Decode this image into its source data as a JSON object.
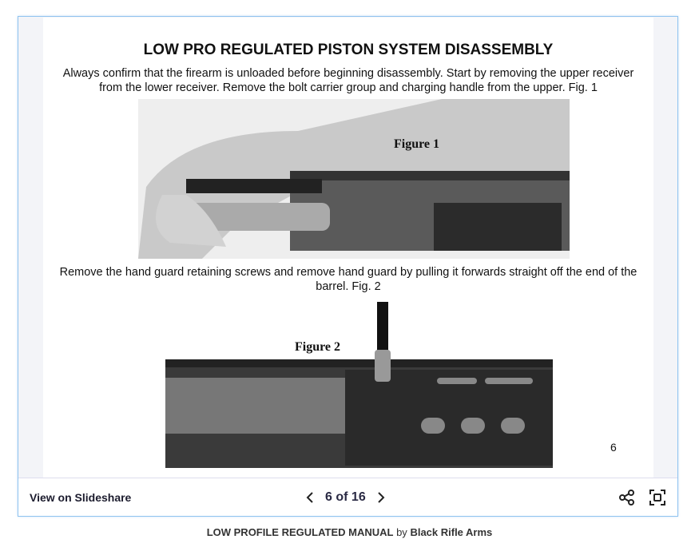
{
  "slide": {
    "title": "LOW PRO REGULATED PISTON SYSTEM DISASSEMBLY",
    "para1": "Always confirm that the firearm is unloaded before beginning disassembly. Start by removing the upper receiver from the lower receiver. Remove the bolt carrier group and charging handle from the upper. Fig. 1",
    "figure1": "Figure 1",
    "para2": "Remove the hand guard retaining screws and remove hand guard by pulling it forwards straight off the end of the barrel.  Fig. 2",
    "figure2": "Figure 2",
    "page_number": "6"
  },
  "toolbar": {
    "view_on": "View on Slideshare",
    "current_page": "6",
    "of": "of",
    "total_pages": "16"
  },
  "caption": {
    "title": "LOW PROFILE REGULATED MANUAL",
    "by": "by",
    "author": "Black Rifle Arms"
  }
}
